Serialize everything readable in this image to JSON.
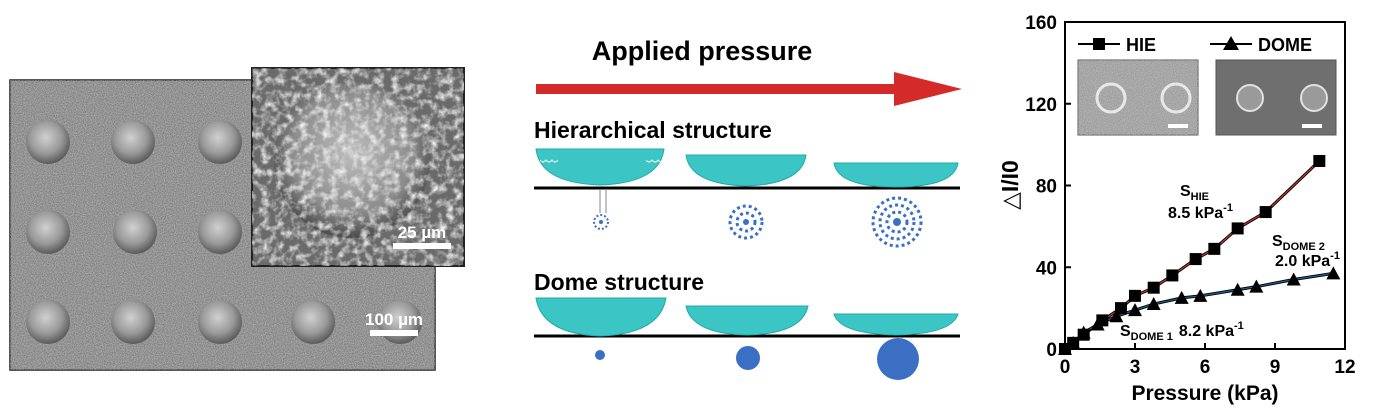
{
  "sem": {
    "main_scale_label": "100 µm",
    "inset_scale_label": "25 µm"
  },
  "schematic": {
    "arrow_label": "Applied pressure",
    "row1_title": "Hierarchical structure",
    "row2_title": "Dome structure",
    "colors": {
      "arrow": "#d42a2a",
      "dome_fill": "#3cc5c5",
      "contact": "#3a6fc4"
    }
  },
  "chart_data": {
    "type": "line",
    "xlabel": "Pressure (kPa)",
    "ylabel": "△I/I0",
    "xlim": [
      0,
      12
    ],
    "ylim": [
      0,
      160
    ],
    "xticks": [
      "0",
      "3",
      "6",
      "9",
      "12"
    ],
    "yticks": [
      "0",
      "40",
      "80",
      "120",
      "160"
    ],
    "grid": false,
    "legend_placement": "top",
    "series": [
      {
        "name": "HIE",
        "marker": "square",
        "line_color": "#c0392b",
        "x": [
          0,
          0.35,
          0.8,
          1.6,
          2.4,
          3.0,
          3.8,
          4.6,
          5.6,
          6.4,
          7.4,
          8.6,
          10.9
        ],
        "y": [
          0.0,
          3.0,
          7.0,
          14.0,
          20.0,
          26.0,
          30.0,
          36.0,
          44.0,
          49.0,
          59.0,
          67.0,
          92.0
        ]
      },
      {
        "name": "DOME",
        "marker": "triangle",
        "line_color": "#1f5f8b",
        "x": [
          0,
          0.35,
          0.8,
          1.4,
          2.2,
          3.0,
          3.8,
          5.0,
          5.8,
          7.4,
          8.2,
          9.8,
          11.5
        ],
        "y": [
          0.0,
          3.0,
          8.0,
          12.0,
          16.0,
          19.0,
          22.0,
          25.0,
          26.0,
          29.0,
          30.5,
          34.0,
          37.0
        ]
      }
    ],
    "annotations": {
      "s_hie_label": "S",
      "s_hie_sub": "HIE",
      "s_hie_value": "8.5 kPa",
      "s_hie_exp": "-1",
      "s_dome2_label": "S",
      "s_dome2_sub": "DOME 2",
      "s_dome2_value": "2.0 kPa",
      "s_dome2_exp": "-1",
      "s_dome1_label": "S",
      "s_dome1_sub": "DOME 1",
      "s_dome1_value": "8.2 kPa",
      "s_dome1_exp": "-1"
    }
  }
}
